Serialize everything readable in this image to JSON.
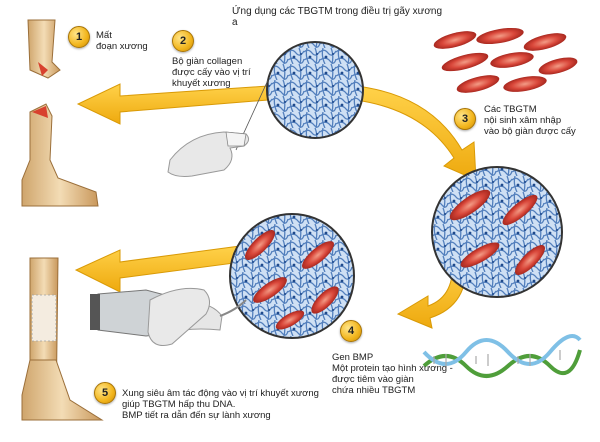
{
  "title": "Ứng dụng các TBGTM trong điều trị gãy xương\na",
  "steps": [
    {
      "num": "1",
      "text": "Mất\nđoạn xương"
    },
    {
      "num": "2",
      "text": "Bộ giàn collagen\nđược cấy vào vị trí\nkhuyết xương"
    },
    {
      "num": "3",
      "text": "Các TBGTM\nnội sinh xâm nhập\nvào bộ giàn được cấy"
    },
    {
      "num": "4",
      "text": "Gen  BMP\nMột protein tạo hình xương -\nđược tiêm vào giàn\nchứa nhiều TBGTM"
    },
    {
      "num": "5",
      "text": "Xung siêu âm tác động vào vị trí khuyết xương\ngiúp TBGTM hấp thu DNA.\nBMP tiết ra dẫn đến sự lành xương"
    }
  ],
  "colors": {
    "arrow": "#f4b81c",
    "arrow_edge": "#d99a06",
    "scaffold": "#3d6fb3",
    "cell": "#d9473a",
    "bone": "#e9c99b",
    "dna_a": "#4f9e3a",
    "dna_b": "#7fc0e6"
  }
}
